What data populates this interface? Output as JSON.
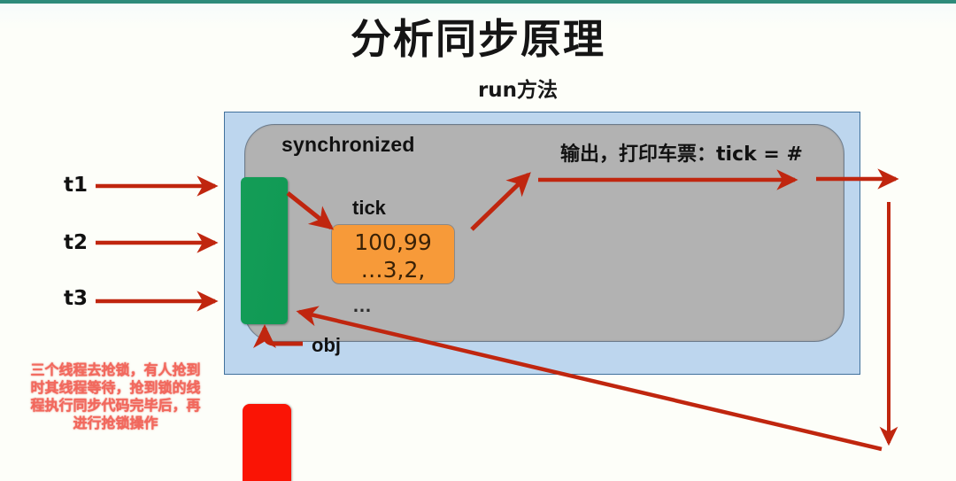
{
  "slide": {
    "title": "分析同步原理",
    "subtitle": "run方法",
    "background_color": "#fdfef9",
    "accent_bar_color": "#2e8b7a"
  },
  "diagram": {
    "outer_box": {
      "name": "run-method-region",
      "fill": "#bdd6ee",
      "stroke": "#41719c"
    },
    "inner_box": {
      "label": "synchronized",
      "fill": "#b2b2b2",
      "stroke": "#6c7b8b"
    },
    "lock": {
      "label": "obj",
      "color": "#13a05a"
    },
    "shared_variable": {
      "label": "tick",
      "value_line1": "100,99",
      "value_line2": "…3,2,",
      "ellipsis": "…",
      "color": "#f79a39"
    },
    "output_text": "输出，打印车票：tick = #",
    "threads": [
      {
        "label": "t1"
      },
      {
        "label": "t2"
      },
      {
        "label": "t3"
      }
    ],
    "annotation": "三个线程去抢锁，有人抢到时其线程等待，抢到锁的线程执行同步代码完毕后，再进行抢锁操作",
    "arrow_color": "#c0260f",
    "queued_thread_block_color": "#fa1405"
  }
}
